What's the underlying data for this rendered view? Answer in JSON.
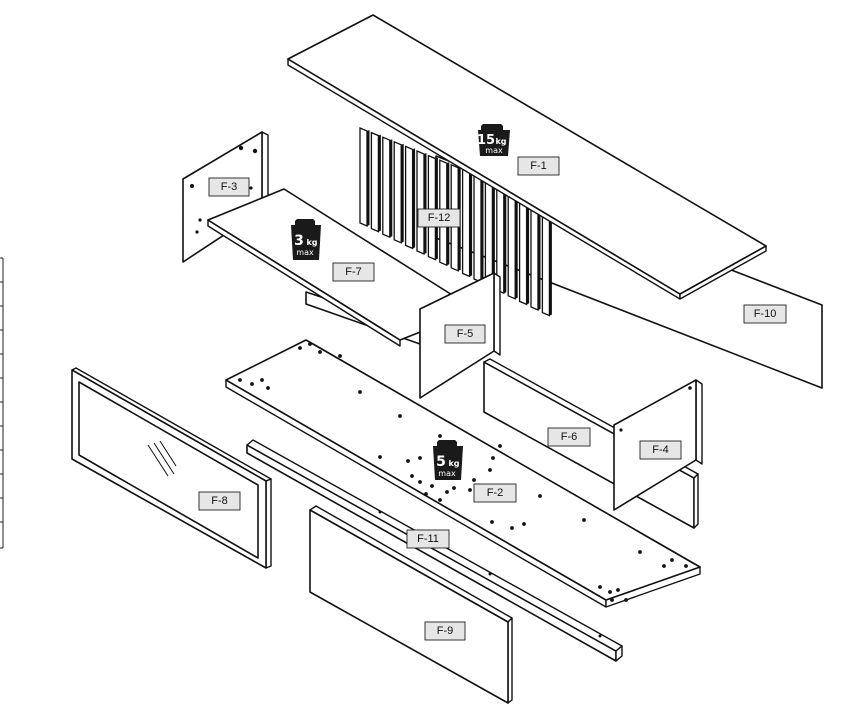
{
  "labels": {
    "f1": "F-1",
    "f2": "F-2",
    "f3": "F-3",
    "f4": "F-4",
    "f5": "F-5",
    "f6": "F-6",
    "f7": "F-7",
    "f8": "F-8",
    "f9": "F-9",
    "f10": "F-10",
    "f11": "F-11",
    "f12": "F-12"
  },
  "weights": {
    "top": {
      "value": "15",
      "unit": "kg",
      "max": "max"
    },
    "shelf": {
      "value": "3",
      "unit": "kg",
      "max": "max"
    },
    "bottom": {
      "value": "5",
      "unit": "kg",
      "max": "max"
    }
  },
  "colors": {
    "line": "#111111",
    "label_fill": "#e6e6e6",
    "badge": "#1a1a1a"
  }
}
